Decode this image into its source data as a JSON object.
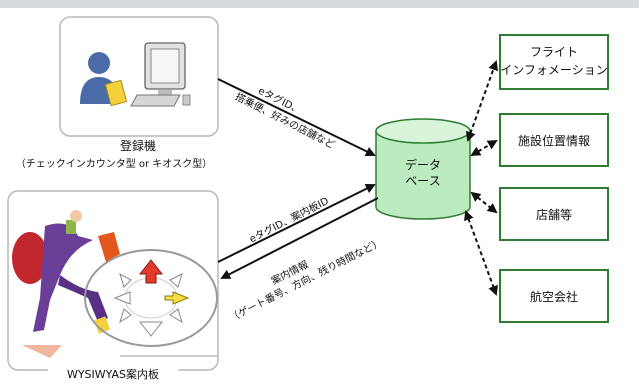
{
  "registration": {
    "title": "登録機",
    "subtitle": "（チェックインカウンタ型 or キオスク型）"
  },
  "signboard": {
    "title": "WYSIWYAS案内板"
  },
  "database": {
    "line1": "データ",
    "line2": "ベース"
  },
  "arrows": {
    "reg_line1": "eタグID、",
    "reg_line2": "搭乗便、好みの店舗など",
    "sign_up": "eタグID、案内板ID",
    "sign_down_line1": "案内情報",
    "sign_down_line2": "（ゲート番号、方向、残り時間など）"
  },
  "sources": [
    {
      "line1": "フライト",
      "line2": "インフォメーション"
    },
    {
      "line1": "施設位置情報",
      "line2": ""
    },
    {
      "line1": "店舗等",
      "line2": ""
    },
    {
      "line1": "航空会社",
      "line2": ""
    }
  ],
  "colors": {
    "box_border": "#2e7d32",
    "cylinder": "#bcebbf",
    "cylinder_top": "#d8f5da"
  }
}
